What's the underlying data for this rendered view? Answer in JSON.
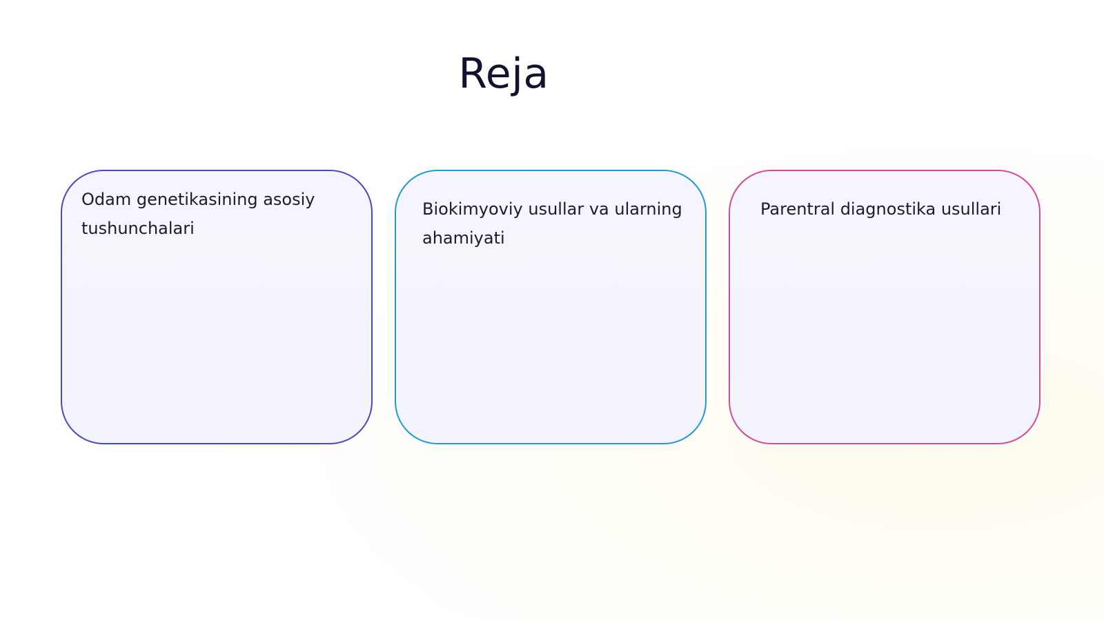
{
  "slide": {
    "title": "Reja",
    "cards": [
      {
        "text": "Odam genetikasining asosiy tushunchalari",
        "border_color": "#4a47c4"
      },
      {
        "text": "Biokimyoviy usullar va ularning ahamiyati",
        "border_color": "#1f9ad2"
      },
      {
        "text": "Parentral diagnostika usullari",
        "border_color": "#d6489b"
      }
    ]
  }
}
